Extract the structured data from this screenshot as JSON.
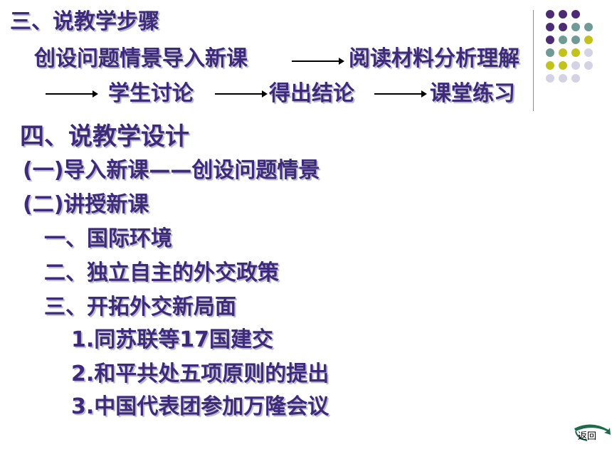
{
  "slide": {
    "section3_title": "三、说教学步骤",
    "steps": {
      "step1": "创设问题情景导入新课",
      "step2": "阅读材料分析理解",
      "step3": "学生讨论",
      "step4": "得出结论",
      "step5": "课堂练习"
    },
    "section4_title": "四、说教学设计",
    "outline": {
      "part1": "(一)导入新课——创设问题情景",
      "part2": "(二)讲授新课",
      "item1": "一、国际环境",
      "item2": "二、独立自主的外交政策",
      "item3": "三、开拓外交新局面",
      "sub1": "1.同苏联等17国建交",
      "sub2": "2.和平共处五项原则的提出",
      "sub3": "3.中国代表团参加万隆会议"
    },
    "return_label": "返回"
  },
  "colors": {
    "text": "#3d2a7a",
    "dot_purple": "#4b2c74",
    "dot_teal": "#6f9a98",
    "dot_olive": "#c2c21d",
    "dot_light": "#d4d3e5"
  }
}
